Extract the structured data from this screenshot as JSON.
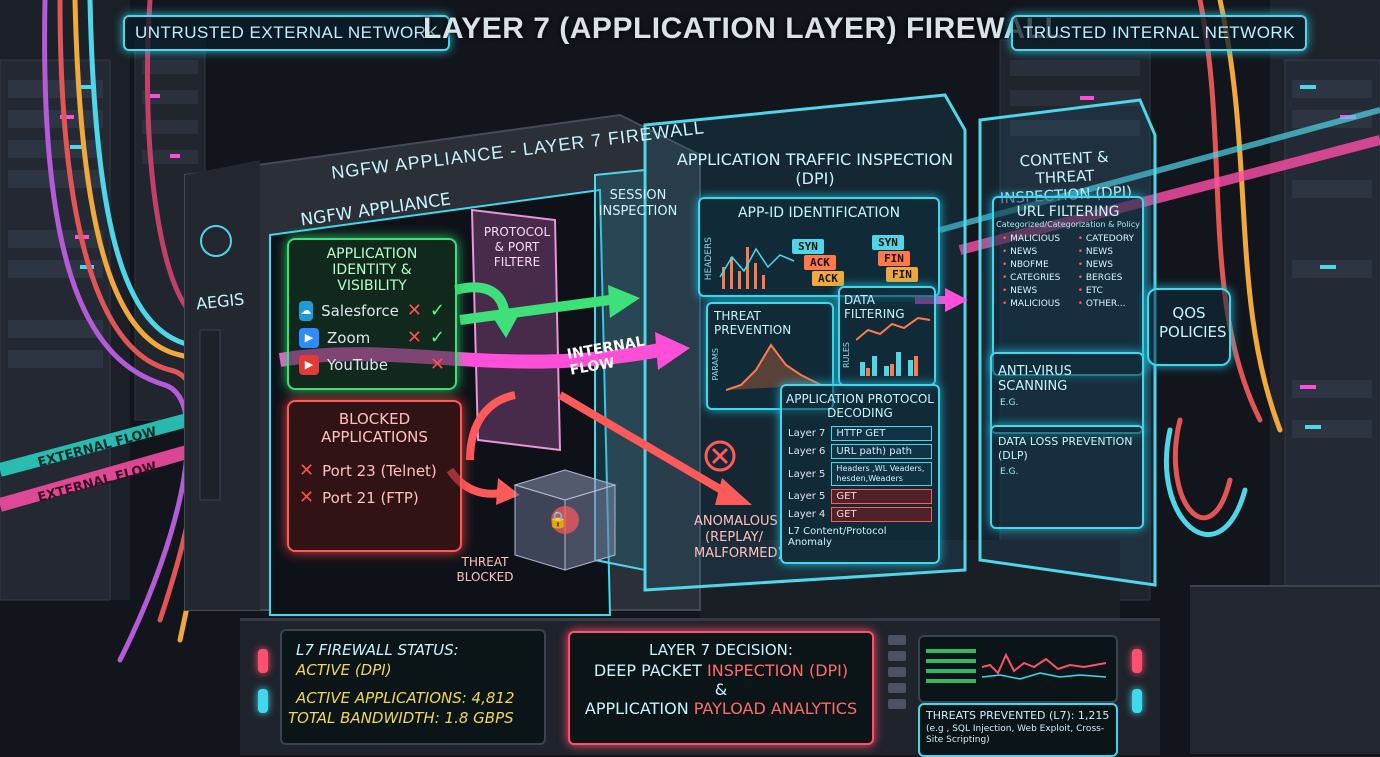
{
  "header": {
    "left_zone": "Untrusted External Network",
    "title": "LAYER 7 (APPLICATION LAYER) FIREWALL",
    "right_zone": "Trusted Internal Network"
  },
  "appliance": {
    "top_label": "NGFW APPLIANCE - LAYER 7 FIREWALL",
    "side_brand": "AEGIS",
    "inner_brand": "NGFW APPLIANCE"
  },
  "flows": {
    "external_1": "EXTERNAL FLOW",
    "external_2": "EXTERNAL FLOW",
    "internal": "INTERNAL FLOW",
    "anomalous": "ANOMALOUS (REPLAY/ MALFORMED)",
    "threat_blocked": "THREAT BLOCKED"
  },
  "app_identity": {
    "title": "APPLICATION IDENTITY & VISIBILITY",
    "apps": [
      {
        "name": "Salesforce",
        "icon": "salesforce-icon",
        "color": "#1d9bd7"
      },
      {
        "name": "Zoom",
        "icon": "zoom-icon",
        "color": "#2d8cff"
      },
      {
        "name": "YouTube",
        "icon": "youtube-icon",
        "color": "#e53935"
      }
    ]
  },
  "blocked": {
    "title": "BLOCKED APPLICATIONS",
    "items": [
      "Port 23 (Telnet)",
      "Port 21 (FTP)"
    ]
  },
  "protocol_filter": "PROTOCOL & PORT FILTERE",
  "session_inspection": "SESSION INSPECTION",
  "dpi": {
    "title": "APPLICATION TRAFFIC INSPECTION (DPI)",
    "appid_title": "APP-ID IDENTIFICATION",
    "headers_label": "HEADERS",
    "chips": [
      {
        "t": "SYN",
        "c": "#4fd6e8"
      },
      {
        "t": "ACK",
        "c": "#ff7a4a"
      },
      {
        "t": "ACK",
        "c": "#f2a93b"
      },
      {
        "t": "SYN",
        "c": "#4fd6e8"
      },
      {
        "t": "FIN",
        "c": "#ff7a4a"
      },
      {
        "t": "FIN",
        "c": "#f2a93b"
      }
    ],
    "threat_prevention": "THREAT PREVENTION",
    "data_filtering": "DATA FILTERING",
    "params_label": "PARAMS",
    "rules_label": "RULES",
    "decoding_title": "APPLICATION PROTOCOL DECODING",
    "layers": [
      {
        "layer": "Layer 7",
        "val": "HTTP GET",
        "red": false
      },
      {
        "layer": "Layer 6",
        "val": "URL path) path",
        "red": false
      },
      {
        "layer": "Layer 5",
        "val": "Headers ,WL Veaders, hesden,Weaders",
        "red": false
      },
      {
        "layer": "Layer 5",
        "val": "GET",
        "red": true
      },
      {
        "layer": "Layer 4",
        "val": "GET",
        "red": true
      }
    ],
    "anomaly_label": "L7 Content/Protocol Anomaly"
  },
  "content_threat": {
    "title": "CONTENT & THREAT INSPECTION (DPI)",
    "url_title": "URL FILTERING",
    "url_sub": "Categorized/Categorization & Policy",
    "col1": [
      "MALICIOUS",
      "NEWS",
      "NBOFME",
      "CATEGRIES",
      "NEWS",
      "MALICIOUS"
    ],
    "col2": [
      "CATEDORY",
      "NEWS",
      "NEWS",
      "BERGES",
      "ETC",
      "OTHER..."
    ],
    "antivirus": "ANTI-VIRUS SCANNING",
    "antivirus_eg": "E.G.",
    "dlp": "DATA LOSS PREVENTION (DLP)",
    "dlp_eg": "E.G.",
    "qos": "QOS POLICIES"
  },
  "console": {
    "status_label": "L7 FIREWALL STATUS:",
    "status_value": "ACTIVE (DPI)",
    "active_apps": "ACTIVE APPLICATIONS: 4,812",
    "bandwidth": "TOTAL BANDWIDTH: 1.8 GBPS",
    "decision_title": "LAYER 7 DECISION:",
    "decision_l1a": "DEEP PACKET ",
    "decision_l1b": "INSPECTION (DPI)",
    "decision_amp": "&",
    "decision_l2a": "APPLICATION ",
    "decision_l2b": "PAYLOAD ANALYTICS",
    "threats_title": "THREATS PREVENTED (L7): 1,215",
    "threats_detail": "(e.g , SQL Injection, Web Exploit, Cross-Site Scripting)"
  },
  "colors": {
    "cyan": "#4fd6e8",
    "green": "#3ee07a",
    "red": "#ff5a5a",
    "magenta": "#ff4fd8",
    "yellow": "#f2d94e"
  }
}
